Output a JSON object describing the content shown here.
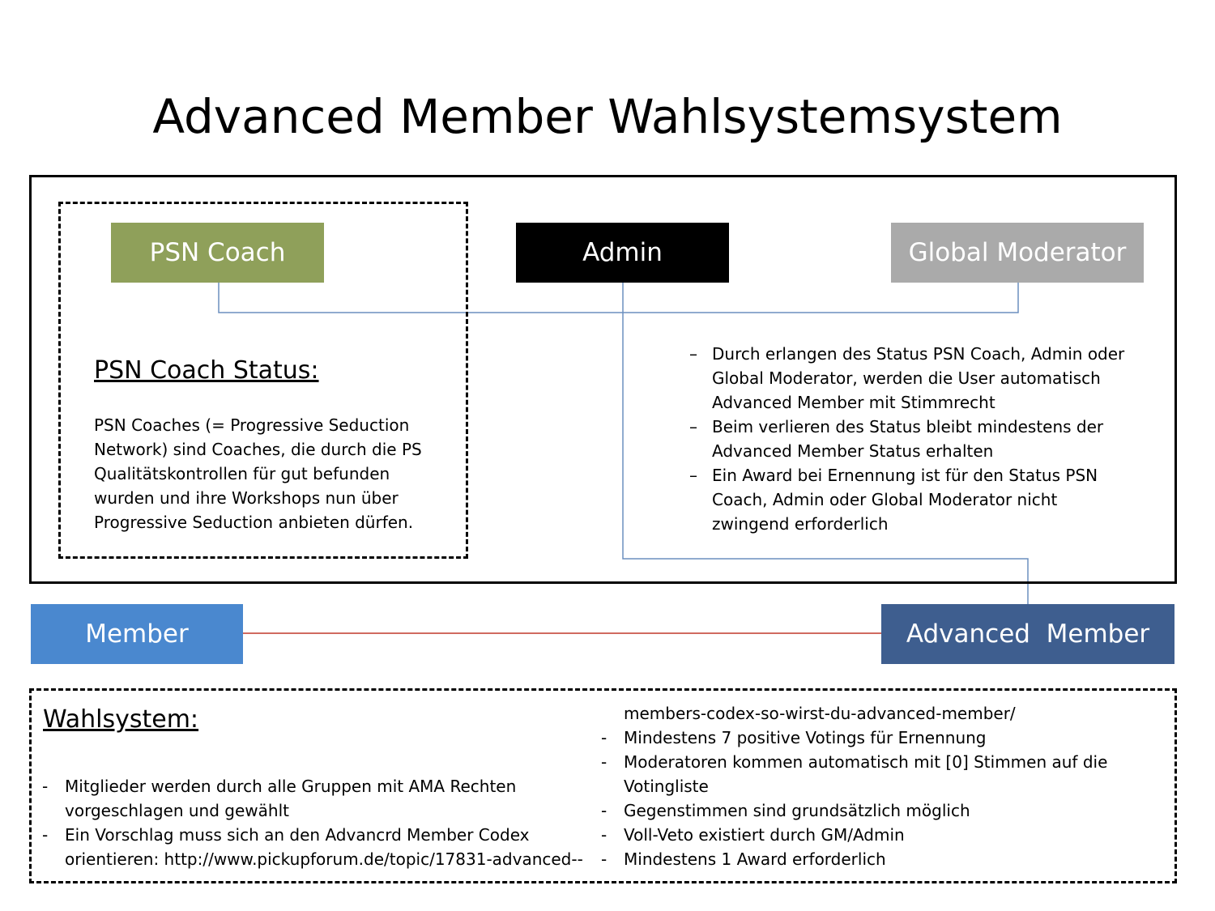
{
  "title": "Advanced Member Wahlsystemsystem",
  "roles": {
    "psn_coach": "PSN Coach",
    "admin": "Admin",
    "global_moderator": "Global Moderator",
    "member": "Member",
    "advanced_member": "Advanced  Member"
  },
  "colors": {
    "psn_coach": "#8fa05a",
    "admin": "#000000",
    "global_moderator": "#aaaaaa",
    "member": "#4a88cf",
    "advanced_member": "#3e5e8f",
    "connector": "#6b8fbf",
    "member_link": "#c0392b"
  },
  "psn_status": {
    "heading": "PSN Coach Status:",
    "lines": [
      "PSN Coaches (= Progressive Seduction",
      "Network) sind Coaches, die durch die PS",
      "Qualitätskontrollen für gut befunden",
      "wurden und ihre Workshops nun über",
      "Progressive Seduction anbieten dürfen."
    ]
  },
  "status_notes": [
    [
      "Durch erlangen des Status PSN Coach, Admin oder",
      "Global Moderator, werden die User automatisch",
      "Advanced Member mit Stimmrecht"
    ],
    [
      "Beim verlieren des Status bleibt mindestens der",
      "Advanced Member Status erhalten"
    ],
    [
      "Ein Award bei Ernennung ist für den Status PSN",
      "Coach, Admin oder Global Moderator nicht",
      "zwingend erforderlich"
    ]
  ],
  "wahlsystem": {
    "heading": "Wahlsystem:",
    "left_items": [
      [
        "Mitglieder werden durch alle Gruppen mit AMA Rechten",
        "vorgeschlagen und gewählt"
      ],
      [
        "Ein Vorschlag muss sich an den Advancrd Member Codex",
        "orientieren: http://www.pickupforum.de/topic/17831-advanced--"
      ]
    ],
    "continuation": "members-codex-so-wirst-du-advanced-member/",
    "right_items": [
      [
        "Mindestens 7 positive Votings für Ernennung"
      ],
      [
        "Moderatoren kommen automatisch mit [0] Stimmen auf die",
        "Votingliste"
      ],
      [
        "Gegenstimmen sind grundsätzlich möglich"
      ],
      [
        "Voll-Veto existiert  durch GM/Admin"
      ],
      [
        "Mindestens 1 Award erforderlich"
      ]
    ]
  }
}
